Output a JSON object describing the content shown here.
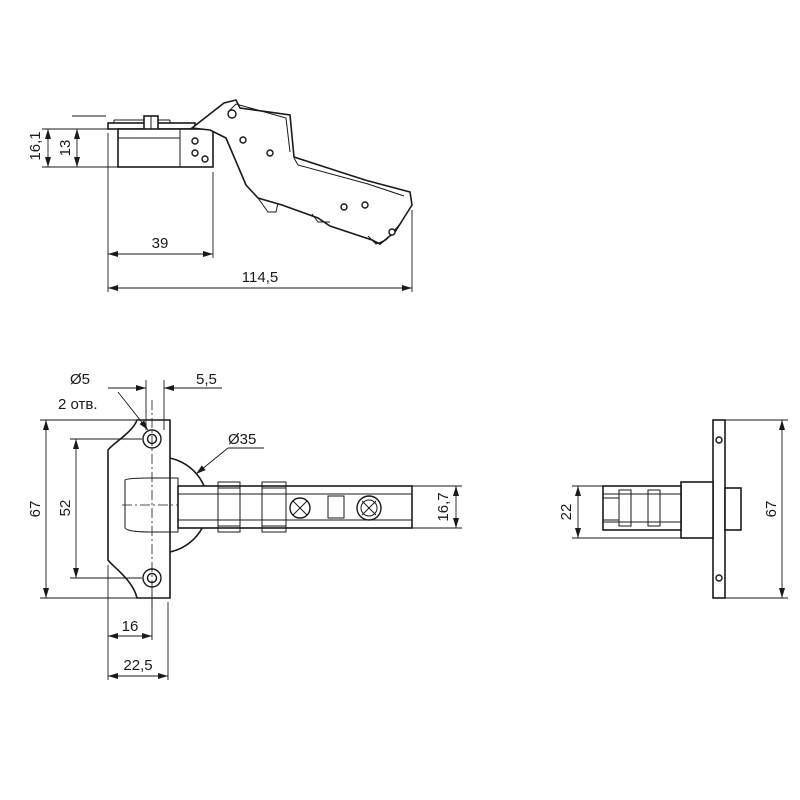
{
  "dimensions": {
    "height_16_1": "16,1",
    "height_13": "13",
    "width_39": "39",
    "width_114_5": "114,5",
    "hole_diameter": "Ø5",
    "hole_count": "2 отв.",
    "offset_5_5": "5,5",
    "cup_diameter": "Ø35",
    "plate_height_67": "67",
    "hole_spacing_52": "52",
    "arm_width_16_7": "16,7",
    "offset_16": "16",
    "offset_22_5": "22,5",
    "side_22": "22",
    "side_67": "67"
  }
}
